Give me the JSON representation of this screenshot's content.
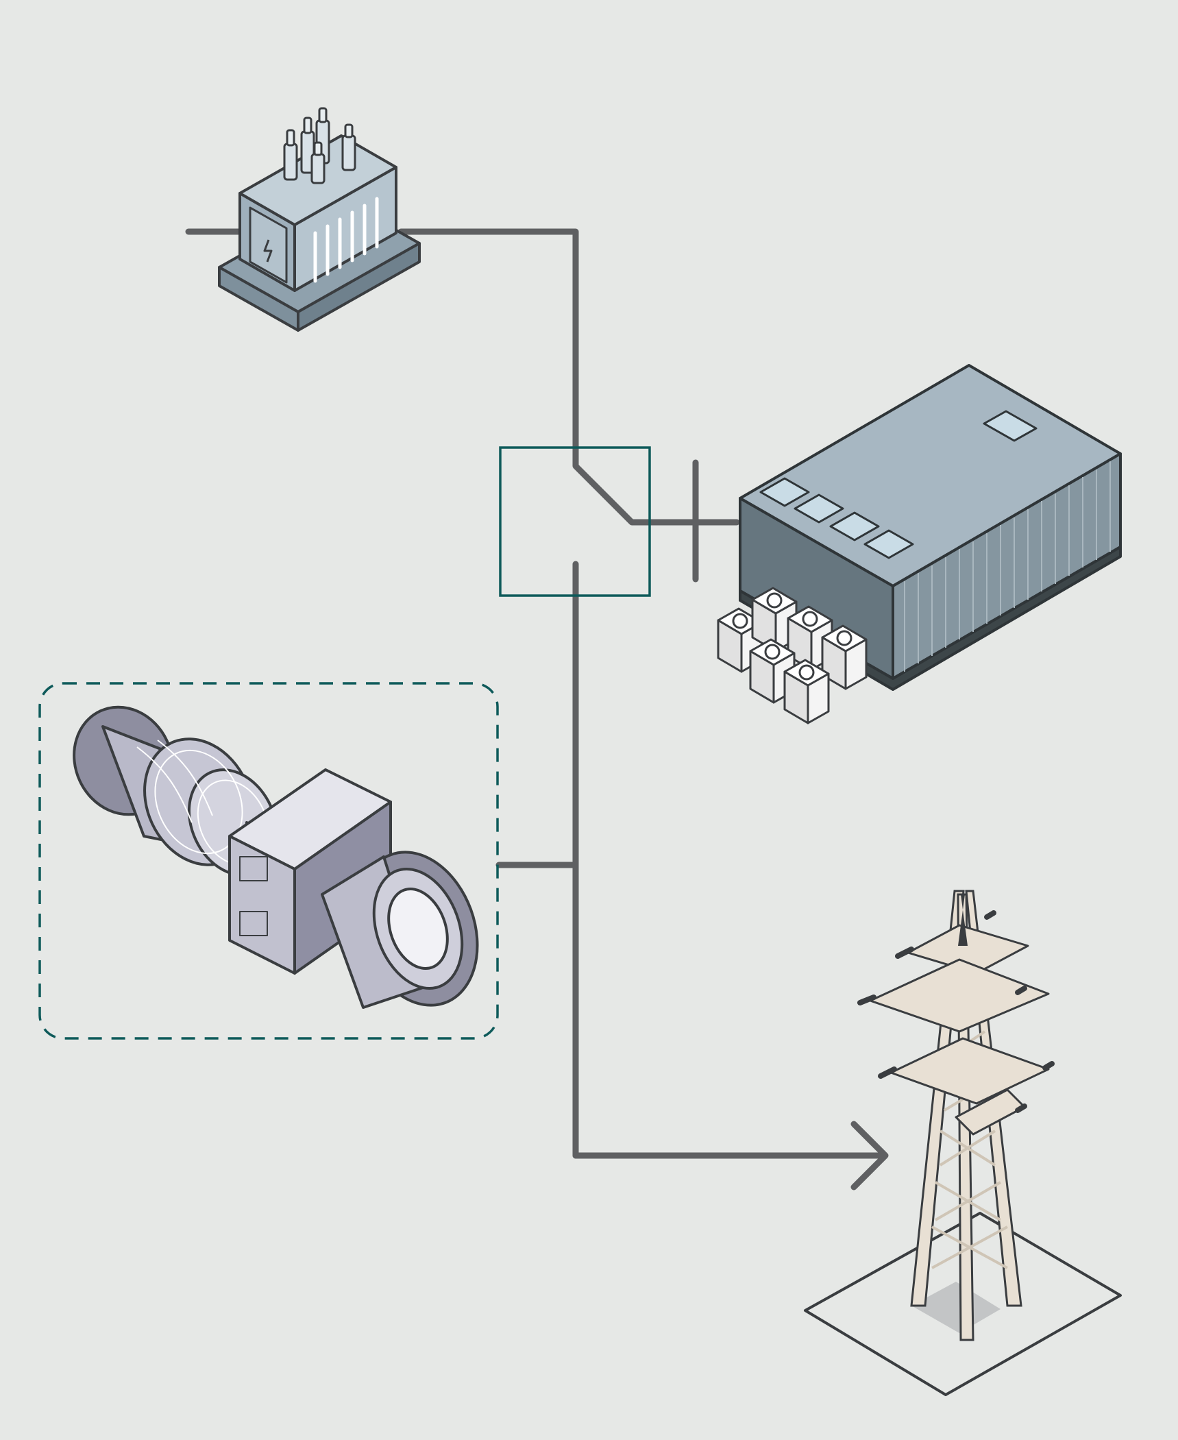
{
  "diagram": {
    "type": "power-flow",
    "nodes": [
      {
        "id": "transformer",
        "icon": "transformer-icon"
      },
      {
        "id": "transfer-switch",
        "icon": "switch-icon"
      },
      {
        "id": "data-center",
        "icon": "data-center-icon"
      },
      {
        "id": "cooling-units",
        "icon": "cooling-fan-icon"
      },
      {
        "id": "gas-turbine",
        "icon": "gas-turbine-icon"
      },
      {
        "id": "transmission-tower",
        "icon": "transmission-tower-icon"
      }
    ],
    "edges": [
      {
        "from": "transformer",
        "to": "transfer-switch"
      },
      {
        "from": "transfer-switch",
        "to": "data-center"
      },
      {
        "from": "gas-turbine",
        "to": "transfer-switch"
      },
      {
        "from": "gas-turbine",
        "to": "transmission-tower",
        "arrow": true
      }
    ]
  },
  "colors": {
    "background": "#e6e8e6",
    "wire": "#5f6062",
    "accent_teal": "#0e5a5a",
    "outline": "#3a3d40",
    "transformer_fill": "#a9bac6",
    "datacenter_top": "#a7b7c2",
    "datacenter_side": "#66767f",
    "turbine_fill": "#b9b9c9",
    "tower_fill": "#e8e0d4"
  }
}
